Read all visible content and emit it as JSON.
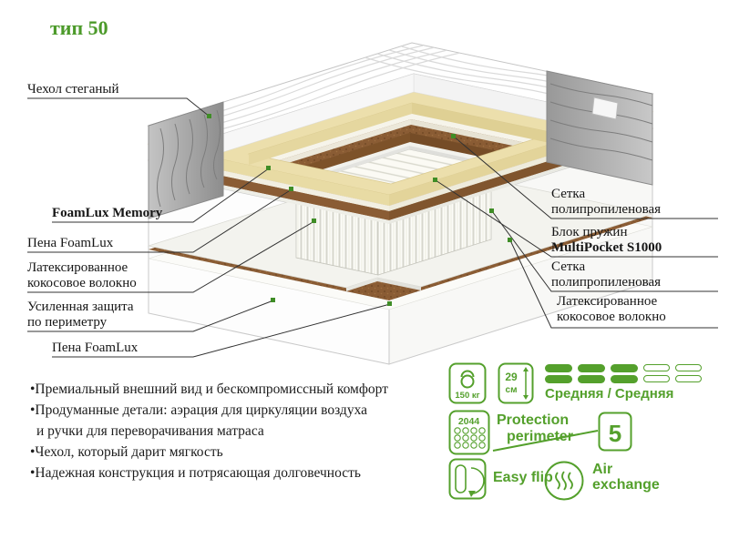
{
  "title": "тип 50",
  "colors": {
    "green": "#54a02c",
    "marker_green": "#3f8d26",
    "coconut_brown": "#8a5c34",
    "cream_foam": "#ecdfac",
    "side_gray": "#a2a2a2"
  },
  "callouts_left": [
    {
      "lines": [
        "Чехол стеганый"
      ]
    },
    {
      "lines": [
        "FoamLux Memory"
      ]
    },
    {
      "lines": [
        "Пена FoamLux"
      ]
    },
    {
      "lines": [
        "Латексированное",
        "кокосовое волокно"
      ]
    },
    {
      "lines": [
        "Усиленная защита",
        "по периметру"
      ]
    },
    {
      "lines": [
        "Пена FoamLux"
      ]
    }
  ],
  "callouts_right": [
    {
      "lines": [
        "Сетка",
        "полипропиленовая"
      ]
    },
    {
      "lines": [
        "Блок пружин",
        "MultiPocket S1000"
      ]
    },
    {
      "lines": [
        "Сетка",
        "полипропиленовая"
      ]
    },
    {
      "lines": [
        "Латексированное",
        "кокосовое волокно"
      ]
    }
  ],
  "features": [
    "•Премиальный внешний вид и бескомпромиссный комфорт",
    "•Продуманные детали: аэрация для циркуляции воздуха",
    "и ручки для переворачивания матраса",
    "•Чехол, который дарит мягкость",
    "•Надежная конструкция и потрясающая долговечность"
  ],
  "specs": {
    "weight": "150 кг",
    "height_value": "29",
    "height_unit": "см",
    "firmness": "Средняя / Средняя",
    "springs_count": "2044",
    "protection_line1": "Protection",
    "protection_line2": "perimeter",
    "warranty": "5",
    "easy_flip": "Easy flip",
    "air_line1": "Air",
    "air_line2": "exchange"
  }
}
